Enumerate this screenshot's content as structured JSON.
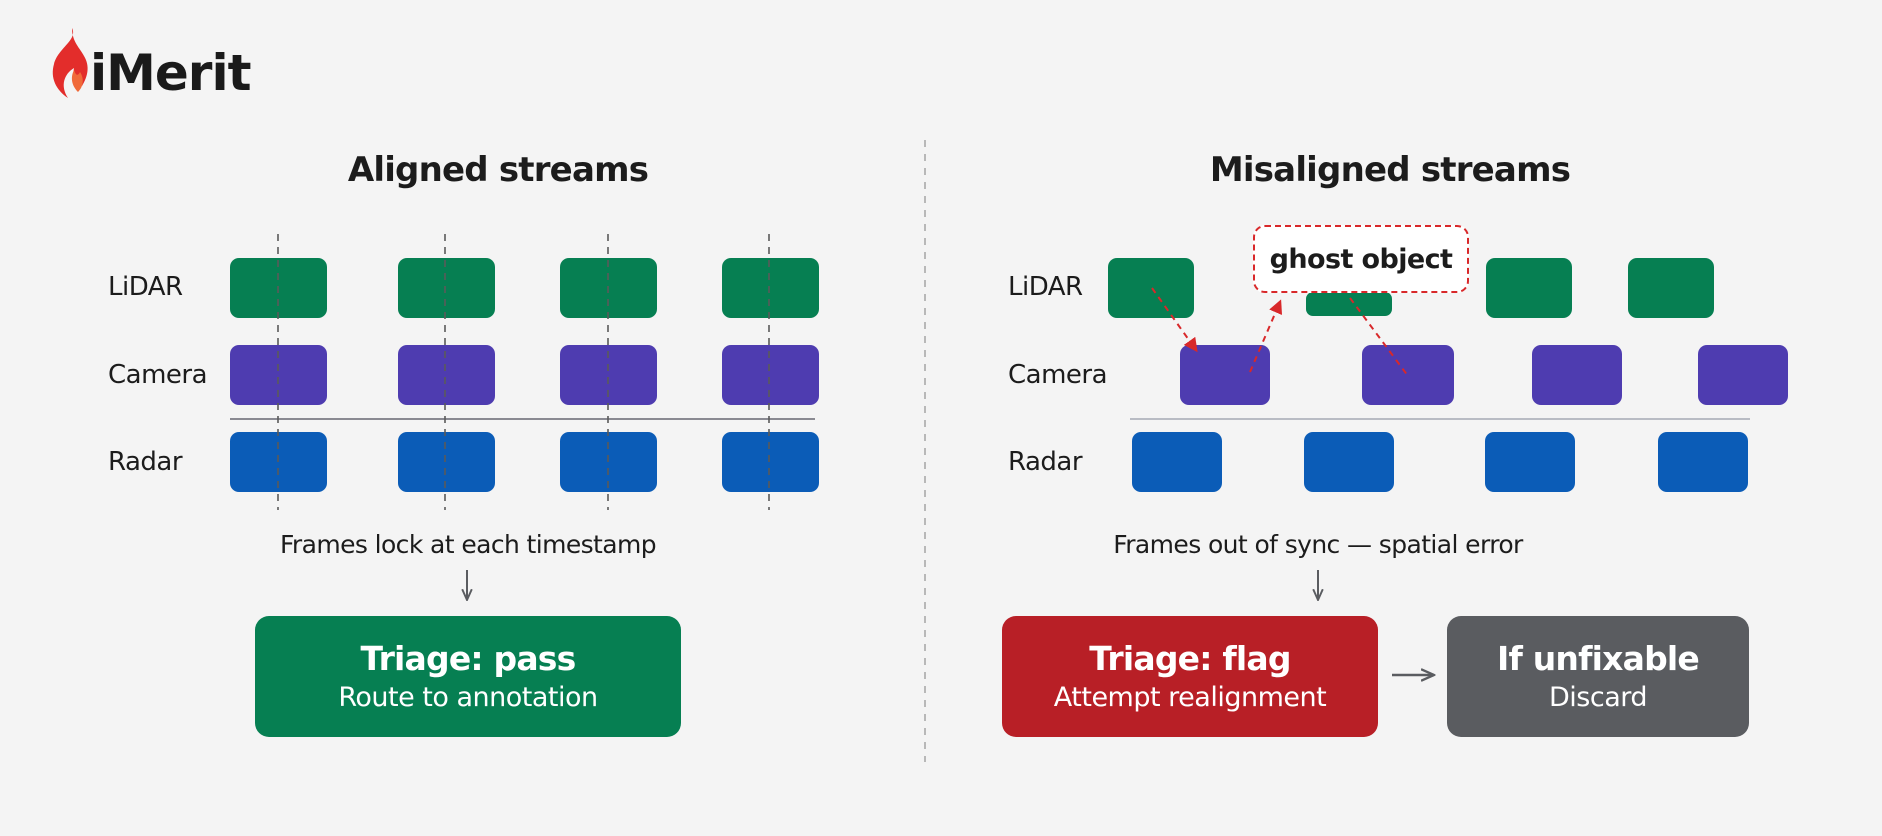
{
  "brand": {
    "logo_text": "iMerit",
    "logo_icon": "flame-icon",
    "accent": "#e32d2b"
  },
  "colors": {
    "lidar": "#067f52",
    "camera": "#4e3cb0",
    "radar": "#0b5cb7",
    "pass": "#067f52",
    "flag": "#b81f26",
    "discard": "#5a5c60",
    "ghost": "#d8282a"
  },
  "left_panel": {
    "title": "Aligned streams",
    "rows": [
      "LiDAR",
      "Camera",
      "Radar"
    ],
    "caption": "Frames lock at each timestamp",
    "result": {
      "title": "Triage: pass",
      "subtitle": "Route to annotation"
    }
  },
  "right_panel": {
    "title": "Misaligned streams",
    "rows": [
      "LiDAR",
      "Camera",
      "Radar"
    ],
    "ghost_label": "ghost object",
    "caption": "Frames out of sync — spatial error",
    "result_flag": {
      "title": "Triage: flag",
      "subtitle": "Attempt realignment"
    },
    "result_discard": {
      "title": "If unfixable",
      "subtitle": "Discard"
    }
  }
}
